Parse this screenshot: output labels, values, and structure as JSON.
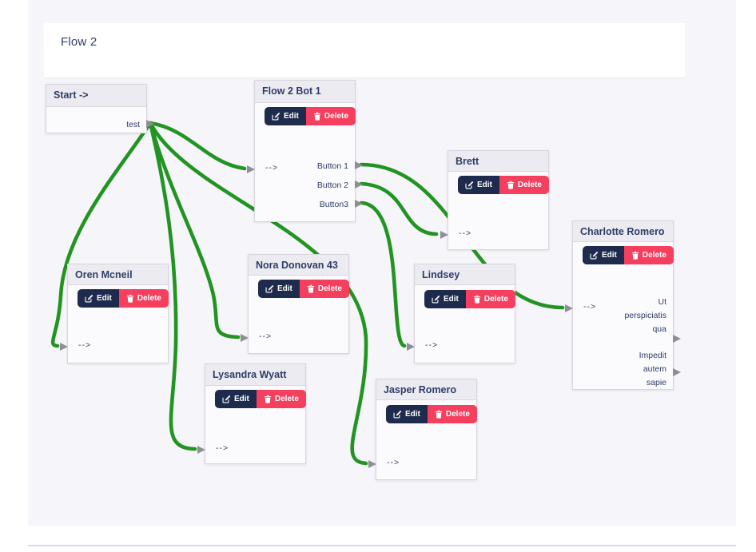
{
  "header": {
    "title": "Flow 2"
  },
  "colors": {
    "accent_navy": "#1f2b4d",
    "accent_pink": "#f43f5e",
    "connector_green": "#219421",
    "canvas_bg": "#f6f5f9",
    "text_navy": "#2e3d68"
  },
  "buttons": {
    "edit_label": "Edit",
    "delete_label": "Delete"
  },
  "icons": {
    "edit": "pencil-square-icon",
    "delete": "trash-icon",
    "port": "triangle-right-icon"
  },
  "port_arrow_label": "-->",
  "nodes": [
    {
      "id": "start",
      "title": "Start ->",
      "has_buttons": false,
      "has_input": false,
      "outputs": [
        "test"
      ]
    },
    {
      "id": "bot1",
      "title": "Flow 2 Bot 1",
      "has_buttons": true,
      "has_input": true,
      "outputs": [
        "Button 1",
        "Button 2",
        "Button3"
      ]
    },
    {
      "id": "brett",
      "title": "Brett",
      "has_buttons": true,
      "has_input": true,
      "outputs": []
    },
    {
      "id": "charlotte",
      "title": "Charlotte Romero",
      "has_buttons": true,
      "has_input": true,
      "outputs": [
        "Ut perspiciatis qua",
        "Impedit autem sapie"
      ]
    },
    {
      "id": "oren",
      "title": "Oren Mcneil",
      "has_buttons": true,
      "has_input": true,
      "outputs": []
    },
    {
      "id": "nora",
      "title": "Nora Donovan 43",
      "has_buttons": true,
      "has_input": true,
      "outputs": []
    },
    {
      "id": "lindsey",
      "title": "Lindsey",
      "has_buttons": true,
      "has_input": true,
      "outputs": []
    },
    {
      "id": "lysandra",
      "title": "Lysandra Wyatt",
      "has_buttons": true,
      "has_input": true,
      "outputs": []
    },
    {
      "id": "jasper",
      "title": "Jasper Romero",
      "has_buttons": true,
      "has_input": true,
      "outputs": []
    }
  ],
  "connections": [
    {
      "from_node": "Start ->",
      "from_port": "test",
      "to_node": "Flow 2 Bot 1"
    },
    {
      "from_node": "Start ->",
      "from_port": "test",
      "to_node": "Oren Mcneil"
    },
    {
      "from_node": "Start ->",
      "from_port": "test",
      "to_node": "Nora Donovan 43"
    },
    {
      "from_node": "Start ->",
      "from_port": "test",
      "to_node": "Lysandra Wyatt"
    },
    {
      "from_node": "Start ->",
      "from_port": "test",
      "to_node": "Jasper Romero"
    },
    {
      "from_node": "Flow 2 Bot 1",
      "from_port": "Button 1",
      "to_node": "Charlotte Romero"
    },
    {
      "from_node": "Flow 2 Bot 1",
      "from_port": "Button 2",
      "to_node": "Brett"
    },
    {
      "from_node": "Flow 2 Bot 1",
      "from_port": "Button3",
      "to_node": "Lindsey"
    }
  ]
}
